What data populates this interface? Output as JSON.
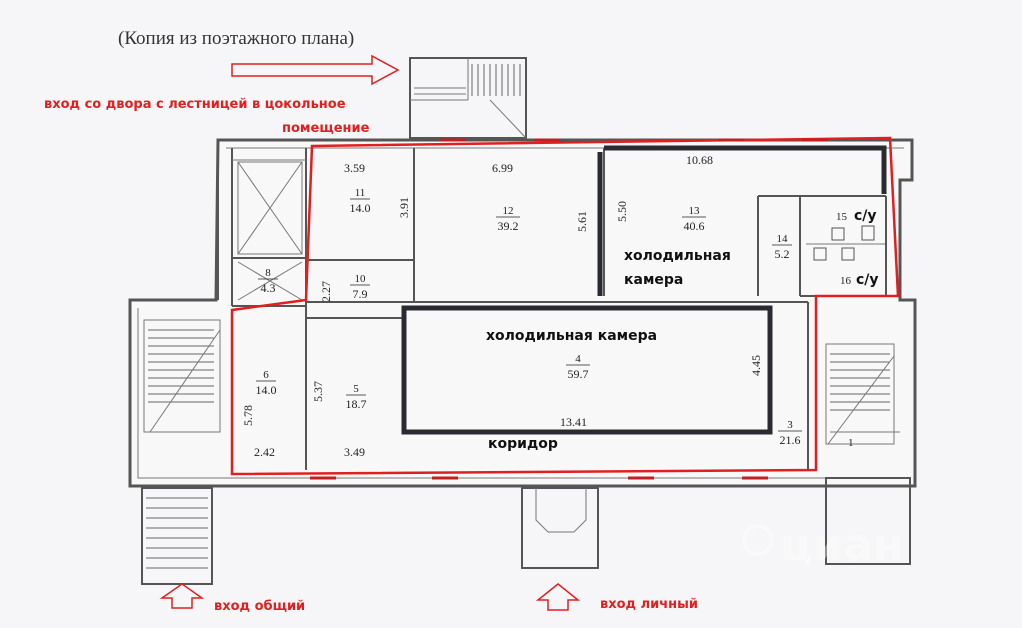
{
  "title": "(Копия из поэтажного плана)",
  "annotations": {
    "entrance_yard_line1": "вход со двора с лестницей в цокольное",
    "entrance_yard_line2": "помещение",
    "entrance_common": "вход общий",
    "entrance_private": "вход личный",
    "cold_room_13_line1": "холодильная",
    "cold_room_13_line2": "камера",
    "cold_room_4": "холодильная камера",
    "corridor": "коридор",
    "wc_15": "с/у",
    "wc_16": "с/у"
  },
  "rooms": [
    {
      "id": "r11",
      "num": "11",
      "area": "14.0"
    },
    {
      "id": "r10",
      "num": "10",
      "area": "7.9"
    },
    {
      "id": "r8",
      "num": "8",
      "area": "4.3"
    },
    {
      "id": "r12",
      "num": "12",
      "area": "39.2"
    },
    {
      "id": "r13",
      "num": "13",
      "area": "40.6"
    },
    {
      "id": "r14",
      "num": "14",
      "area": "5.2"
    },
    {
      "id": "r6",
      "num": "6",
      "area": "14.0"
    },
    {
      "id": "r5",
      "num": "5",
      "area": "18.7"
    },
    {
      "id": "r4",
      "num": "4",
      "area": "59.7"
    },
    {
      "id": "r3",
      "num": "3",
      "area": "21.6"
    }
  ],
  "room_15_num": "15",
  "room_16_num": "16",
  "room_1_num": "1",
  "dimensions": {
    "d359": "3.59",
    "d391": "3.91",
    "d699": "6.99",
    "d561": "5.61",
    "d550": "5.50",
    "d1068": "10.68",
    "d227": "2.27",
    "d537": "5.37",
    "d578": "5.78",
    "d242": "2.42",
    "d349": "3.49",
    "d1341": "13.41",
    "d445": "4.45"
  },
  "watermark": "циан",
  "colors": {
    "outline": "#e02020",
    "wall": "#555555",
    "cold_wall": "#2a2a33",
    "background": "#f6f6f8"
  }
}
